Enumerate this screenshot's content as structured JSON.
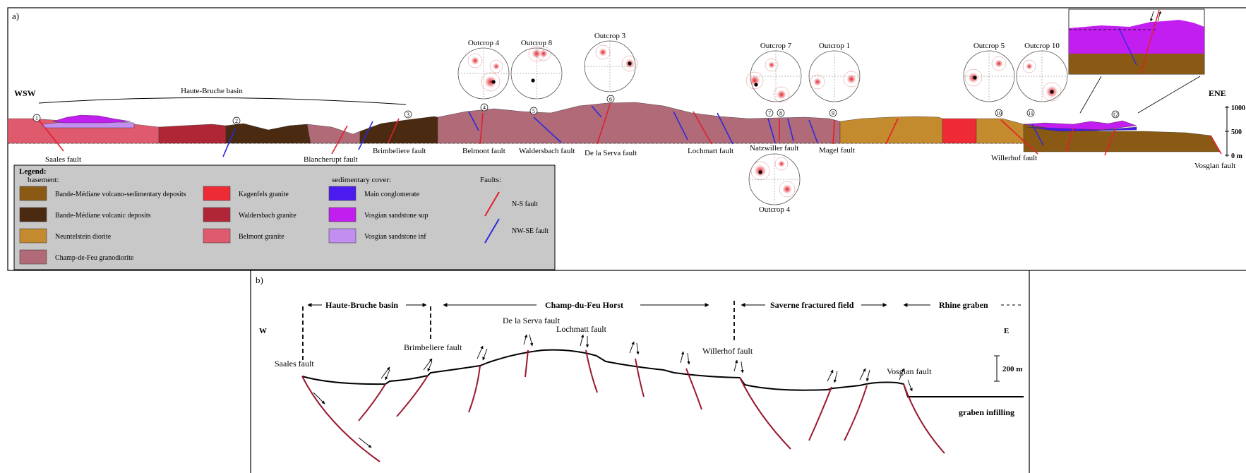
{
  "panel_a": {
    "label": "a)",
    "direction_left": "WSW",
    "direction_right": "ENE",
    "basin_label": "Haute-Bruche basin",
    "scale_ticks": [
      "1000",
      "500",
      "0 m"
    ],
    "outcrops_top": [
      "Outcrop 4",
      "Outcrop 8",
      "Outcrop 3",
      "Outcrop 7",
      "Outcrop 1",
      "Outcrop 5",
      "Outcrop 10"
    ],
    "outcrop_bottom": "Outcrop 4",
    "markers": [
      "1",
      "2",
      "3",
      "4",
      "5",
      "6",
      "7",
      "8",
      "9",
      "10",
      "11",
      "12"
    ],
    "faults": {
      "saales": "Saales fault",
      "blancherupt": "Blancherupt fault",
      "brimbeliere": "Brimbeliere fault",
      "belmont": "Belmont fault",
      "waldersbach": "Waldersbach fault",
      "de_la_serva": "De la Serva fault",
      "lochmatt": "Lochmatt fault",
      "natzwiller": "Natzwiller fault",
      "magel": "Magel fault",
      "willerhof": "Willerhof fault",
      "vosgian": "Vosgian fault"
    },
    "legend": {
      "title": "Legend:",
      "basement_title": "basement:",
      "cover_title": "sedimentary cover:",
      "faults_title": "Faults:",
      "units": [
        {
          "label": "Bande-Médiane volcano-sedimentary deposits",
          "color": "#8a5a14"
        },
        {
          "label": "Bande-Médiane volcanic deposits",
          "color": "#4a2a10"
        },
        {
          "label": "Neuntelstein diorite",
          "color": "#c48a2e"
        },
        {
          "label": "Champ-de-Feu granodiorite",
          "color": "#b06a78"
        },
        {
          "label": "Kagenfels granite",
          "color": "#ee2a34"
        },
        {
          "label": "Waldersbach granite",
          "color": "#b02636"
        },
        {
          "label": "Belmont granite",
          "color": "#e05a6e"
        },
        {
          "label": "Main conglomerate",
          "color": "#4a1aee"
        },
        {
          "label": "Vosgian sandstone sup",
          "color": "#c21ef0"
        },
        {
          "label": "Vosgian sandstone inf",
          "color": "#c28ef0"
        }
      ],
      "fault_types": [
        {
          "label": "N-S fault",
          "color": "#e0202a"
        },
        {
          "label": "NW-SE fault",
          "color": "#2a2ae0"
        }
      ]
    }
  },
  "panel_b": {
    "label": "b)",
    "dir_w": "W",
    "dir_e": "E",
    "domains": {
      "haute_bruche": "Haute-Bruche basin",
      "champ_du_feu": "Champ-du-Feu Horst",
      "saverne": "Saverne fractured field",
      "rhine": "Rhine graben"
    },
    "faults": {
      "saales": "Saales fault",
      "brimbeliere": "Brimbeliere fault",
      "de_la_serva": "De la Serva fault",
      "lochmatt": "Lochmatt fault",
      "willerhof": "Willerhof fault",
      "vosgian": "Vosgian fault"
    },
    "scale_label": "200 m",
    "graben_label": "graben infilling"
  }
}
